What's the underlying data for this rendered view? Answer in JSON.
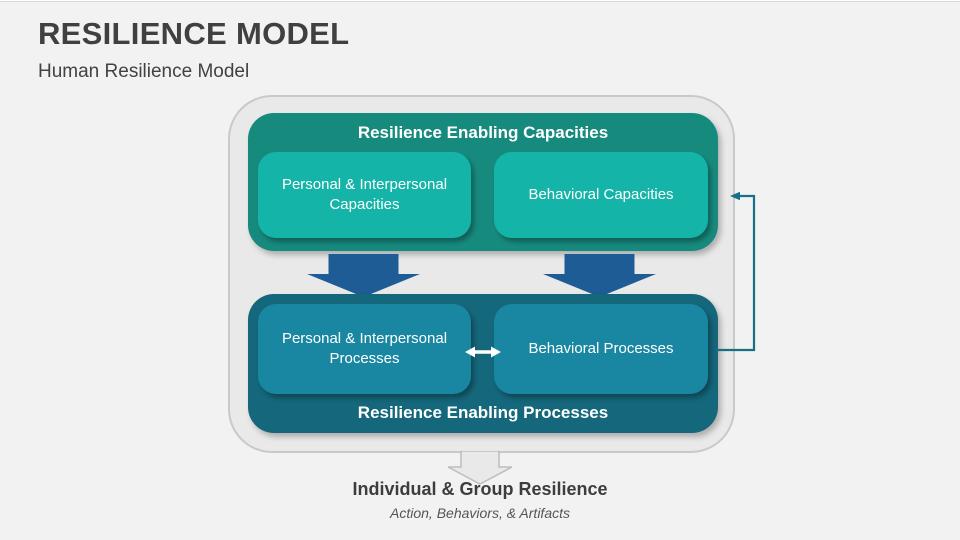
{
  "slide": {
    "title": "RESILIENCE MODEL",
    "subtitle": "Human Resilience Model"
  },
  "diagram": {
    "capacities_group": {
      "label": "Resilience Enabling Capacities",
      "color": "#178a7e",
      "boxes": [
        {
          "label": "Personal & Interpersonal Capacities",
          "color": "#14b5a8"
        },
        {
          "label": "Behavioral Capacities",
          "color": "#14b5a8"
        }
      ]
    },
    "processes_group": {
      "label": "Resilience Enabling Processes",
      "color": "#15677b",
      "boxes": [
        {
          "label": "Personal & Interpersonal Processes",
          "color": "#1987a2"
        },
        {
          "label": "Behavioral Processes",
          "color": "#1987a2"
        }
      ]
    },
    "arrows": {
      "down_arrows": {
        "icon": "down-block-arrow-icon",
        "color": "#1e5c96",
        "count": 2
      },
      "bidirectional": {
        "icon": "left-right-arrow-icon",
        "color": "#ffffff"
      },
      "feedback_loop": {
        "icon": "elbow-arrow-left-icon",
        "color": "#177086"
      },
      "output": {
        "icon": "down-outline-arrow-icon",
        "fill": "#e9e9e9",
        "stroke": "#bdbdbd"
      }
    },
    "outcome": {
      "title": "Individual & Group Resilience",
      "subtitle": "Action, Behaviors, & Artifacts"
    }
  }
}
